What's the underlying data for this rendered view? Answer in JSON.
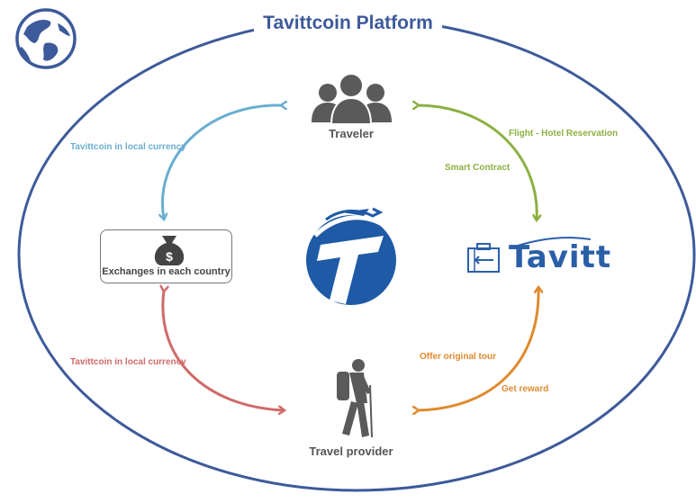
{
  "title": "Tavittcoin Platform",
  "nodes": {
    "traveler": "Traveler",
    "exchanges": "Exchanges in each country",
    "provider": "Travel provider",
    "tavitt_brand": "Tavitt"
  },
  "edges": {
    "traveler_exchange": "Tavittcoin in local currency",
    "exchange_provider": "Tavittcoin in local currency",
    "traveler_tavitt_1": "Flight - Hotel Reservation",
    "traveler_tavitt_2": "Smart Contract",
    "provider_tavitt_1": "Offer original tour",
    "provider_tavitt_2": "Get reward"
  },
  "colors": {
    "title": "#3d5a9a",
    "ellipse": "#3d5a9a",
    "arrow_blue": "#6aaed0",
    "arrow_green": "#8db041",
    "arrow_red": "#d06a6a",
    "arrow_orange": "#e08a2e",
    "icon_gray": "#5a5a5a",
    "logo_blue": "#1f5aa6"
  },
  "icons": [
    "globe-icon",
    "people-group-icon",
    "money-bag-icon",
    "tavitt-logo-icon",
    "suitcase-icon",
    "hiker-icon"
  ]
}
